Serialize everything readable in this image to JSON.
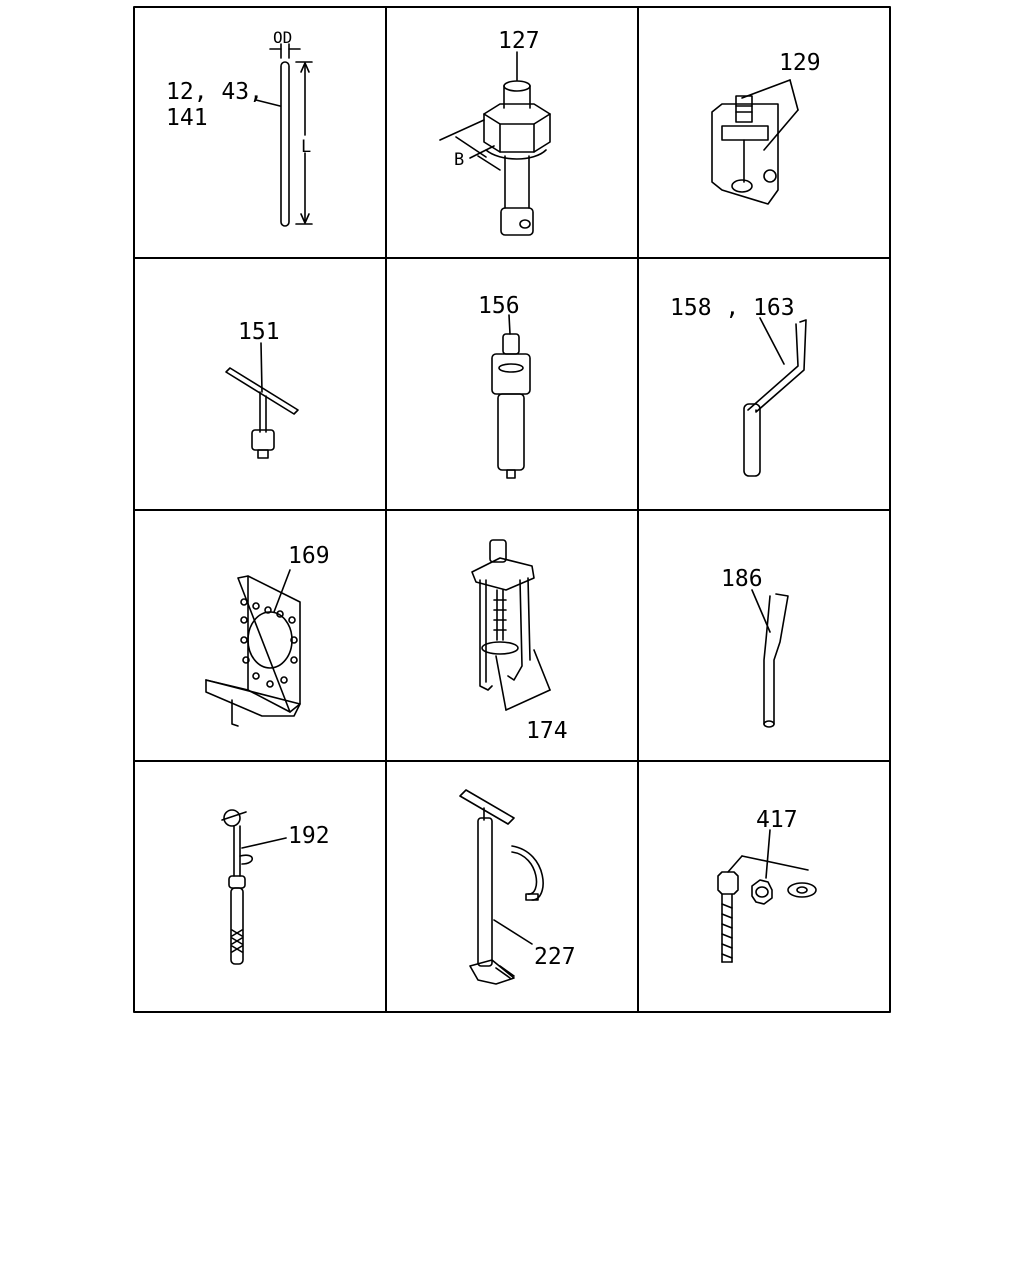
{
  "sheet": {
    "cells": [
      {
        "labels": [
          "12, 43,",
          "141"
        ],
        "dims": [
          "OD",
          "L"
        ],
        "icon": "rod-icon"
      },
      {
        "labels": [
          "127"
        ],
        "dims": [
          "B"
        ],
        "icon": "socket-wrench-icon"
      },
      {
        "labels": [
          "129"
        ],
        "dims": [],
        "icon": "bearing-puller-icon"
      },
      {
        "labels": [
          "151"
        ],
        "dims": [],
        "icon": "t-handle-tool-icon"
      },
      {
        "labels": [
          "156"
        ],
        "dims": [],
        "icon": "installer-tool-icon"
      },
      {
        "labels": [
          "158 , 163"
        ],
        "dims": [],
        "icon": "bent-bar-icon"
      },
      {
        "labels": [
          "169"
        ],
        "dims": [],
        "icon": "mounting-bracket-icon"
      },
      {
        "labels": [
          "174"
        ],
        "dims": [],
        "icon": "gear-puller-icon"
      },
      {
        "labels": [
          "186"
        ],
        "dims": [],
        "icon": "chisel-bar-icon"
      },
      {
        "labels": [
          "192"
        ],
        "dims": [],
        "icon": "slide-hammer-icon"
      },
      {
        "labels": [
          "227"
        ],
        "dims": [],
        "icon": "grease-pump-icon"
      },
      {
        "labels": [
          "417"
        ],
        "dims": [],
        "icon": "bolt-nut-washer-icon"
      }
    ]
  }
}
